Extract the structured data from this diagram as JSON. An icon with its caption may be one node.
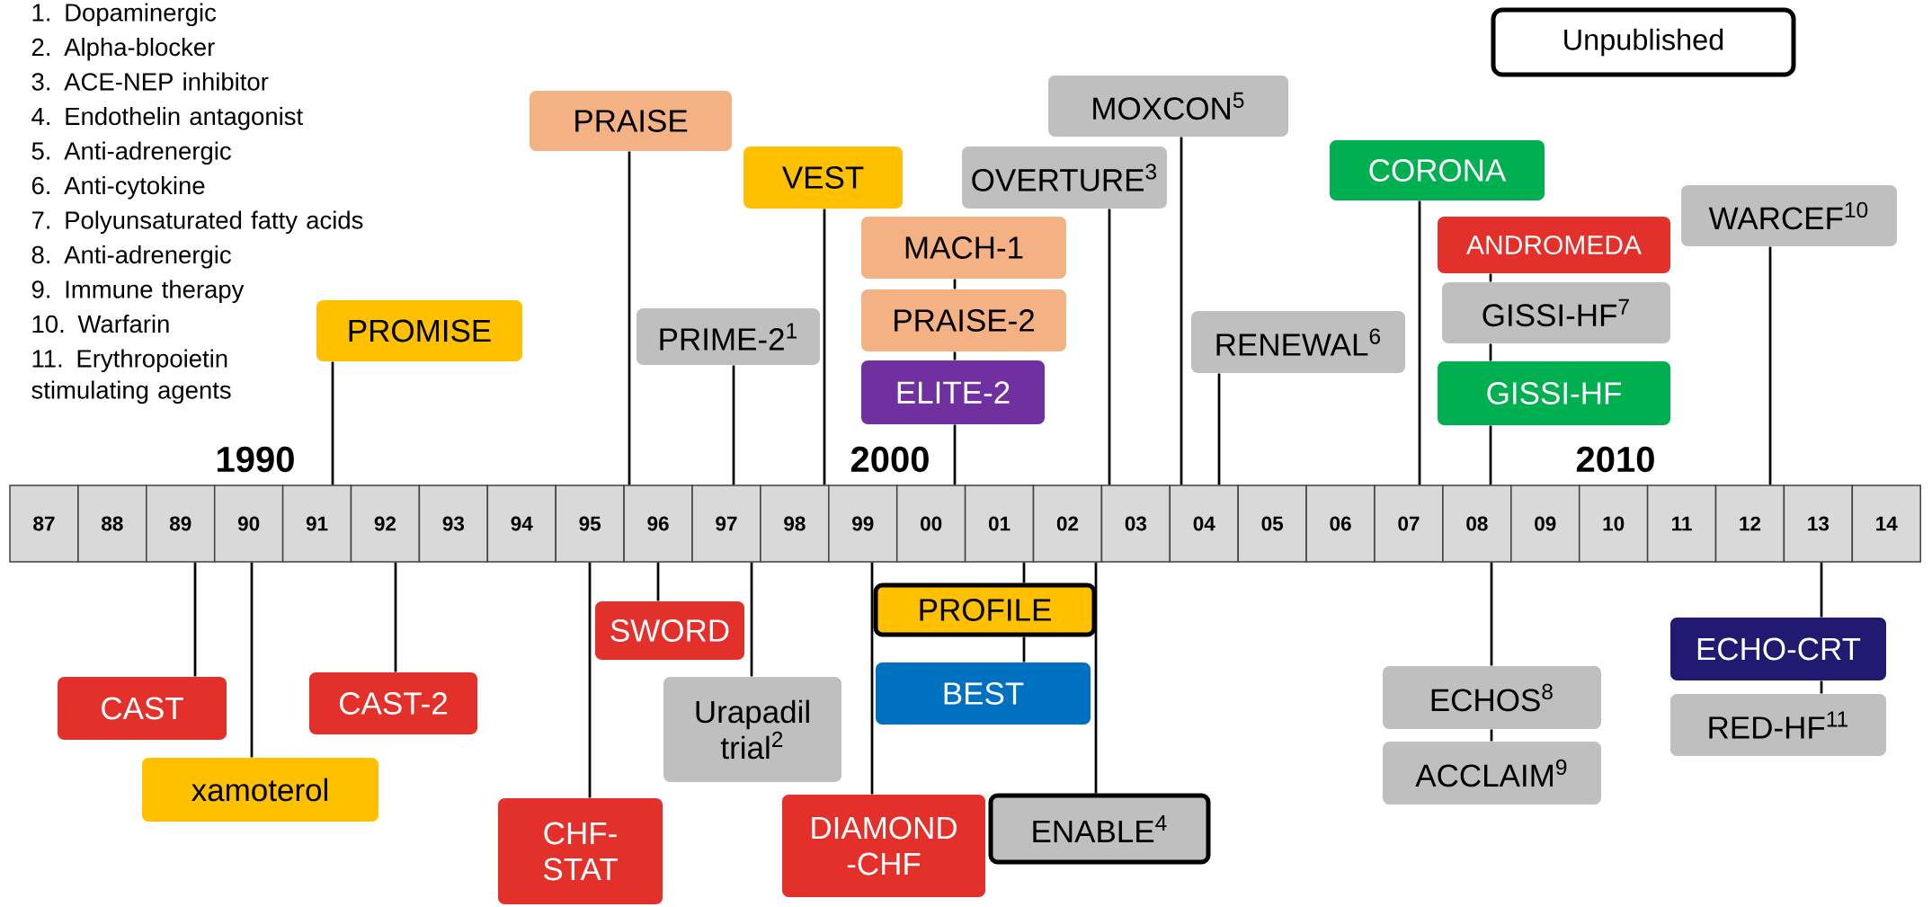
{
  "diagram": {
    "nodes": [
      {
        "text": [
          "87"
        ]
      },
      {
        "text": [
          "88"
        ]
      },
      {
        "text": [
          "89"
        ]
      },
      {
        "text": [
          "90"
        ]
      },
      {
        "text": [
          "91"
        ]
      },
      {
        "text": [
          "92"
        ]
      },
      {
        "text": [
          "93"
        ]
      },
      {
        "text": [
          "94"
        ]
      },
      {
        "text": [
          "95"
        ]
      },
      {
        "text": [
          "96"
        ]
      },
      {
        "text": [
          "97"
        ]
      },
      {
        "text": [
          "98"
        ]
      },
      {
        "text": [
          "99"
        ]
      },
      {
        "text": [
          "00"
        ]
      },
      {
        "text": [
          "01"
        ]
      },
      {
        "text": [
          "02"
        ]
      },
      {
        "text": [
          "03"
        ]
      },
      {
        "text": [
          "04"
        ]
      },
      {
        "text": [
          "05"
        ]
      },
      {
        "text": [
          "06"
        ]
      },
      {
        "text": [
          "07"
        ]
      },
      {
        "text": [
          "08"
        ]
      },
      {
        "text": [
          "09"
        ]
      },
      {
        "text": [
          "10"
        ]
      },
      {
        "text": [
          "11"
        ]
      },
      {
        "text": [
          "12"
        ]
      },
      {
        "text": [
          "13"
        ]
      },
      {
        "text": [
          "14"
        ]
      },
      {
        "text": [
          "PRAISE"
        ]
      },
      {
        "text": [
          "VEST"
        ]
      },
      {
        "text": [
          "MOXCON$^{5}$"
        ]
      },
      {
        "text": [
          "OVERTURE$^{3}$"
        ]
      },
      {
        "text": [
          "MACH-1"
        ]
      },
      {
        "text": [
          "PRAISE-2"
        ]
      },
      {
        "text": [
          "ELITE-2"
        ]
      },
      {
        "text": [
          "PROMISE"
        ]
      },
      {
        "text": [
          "PRIME-2$^{1}$"
        ]
      },
      {
        "text": [
          "CORONA"
        ]
      },
      {
        "text": [
          "ANDROMEDA"
        ]
      },
      {
        "text": [
          "GISSI-HF$^{7}$"
        ]
      },
      {
        "text": [
          "GISSI-HF"
        ]
      },
      {
        "text": [
          "RENEWAL$^{6}$"
        ]
      },
      {
        "text": [
          "WARCEF$^{10}$"
        ]
      },
      {
        "text": [
          "CAST"
        ]
      },
      {
        "text": [
          "xamoterol"
        ]
      },
      {
        "text": [
          "CAST-2"
        ]
      },
      {
        "text": [
          "SWORD"
        ]
      },
      {
        "text": [
          "CHF- STAT"
        ]
      },
      {
        "text": [
          "Urapadil trial$^{2}$"
        ]
      },
      {
        "text": [
          "DIAMOND -CHF"
        ]
      },
      {
        "text": [
          "PROFILE"
        ]
      },
      {
        "text": [
          "BEST"
        ]
      },
      {
        "text": [
          "ENABLE$^{4}$"
        ]
      },
      {
        "text": [
          "ECHOS$^{8}$"
        ]
      },
      {
        "text": [
          "ACCLAIM$^{9}$"
        ]
      },
      {
        "text": [
          "ECHO-CRT"
        ]
      },
      {
        "text": [
          "RED-HF$^{11}$"
        ]
      }
    ],
    "edges": [
      {
        "from": 28,
        "to": 9,
        "arrow": "none"
      },
      {
        "from": 29,
        "to": 11,
        "arrow": "none"
      },
      {
        "from": 30,
        "to": 17,
        "arrow": "none"
      },
      {
        "from": 31,
        "to": 16,
        "arrow": "none"
      },
      {
        "from": 32,
        "to": 33,
        "arrow": "none"
      },
      {
        "from": 33,
        "to": 34,
        "arrow": "none"
      },
      {
        "from": 34,
        "to": 13,
        "arrow": "none"
      },
      {
        "from": 35,
        "to": 4,
        "arrow": "none"
      },
      {
        "from": 36,
        "to": 10,
        "arrow": "none"
      },
      {
        "from": 37,
        "to": 20,
        "arrow": "none"
      },
      {
        "from": 38,
        "to": 39,
        "arrow": "none"
      },
      {
        "from": 39,
        "to": 40,
        "arrow": "none"
      },
      {
        "from": 40,
        "to": 21,
        "arrow": "none"
      },
      {
        "from": 41,
        "to": 17,
        "arrow": "none"
      },
      {
        "from": 42,
        "to": 25,
        "arrow": "none"
      },
      {
        "from": 2,
        "to": 43,
        "arrow": "none"
      },
      {
        "from": 3,
        "to": 44,
        "arrow": "none"
      },
      {
        "from": 5,
        "to": 45,
        "arrow": "none"
      },
      {
        "from": 9,
        "to": 46,
        "arrow": "none"
      },
      {
        "from": 8,
        "to": 47,
        "arrow": "none"
      },
      {
        "from": 10,
        "to": 48,
        "arrow": "none"
      },
      {
        "from": 12,
        "to": 49,
        "arrow": "none"
      },
      {
        "from": 14,
        "to": 50,
        "arrow": "none"
      },
      {
        "from": 50,
        "to": 51,
        "arrow": "none"
      },
      {
        "from": 15,
        "to": 52,
        "arrow": "none"
      },
      {
        "from": 21,
        "to": 53,
        "arrow": "none"
      },
      {
        "from": 53,
        "to": 54,
        "arrow": "none"
      },
      {
        "from": 26,
        "to": 55,
        "arrow": "none"
      },
      {
        "from": 55,
        "to": 56,
        "arrow": "none"
      }
    ],
    "labels": [
      "1. Dopaminergic",
      "2. Alpha-blocker",
      "3. ACE-NEP inhibitor",
      "4. Endothelin antagonist",
      "5. Anti-adrenergic",
      "6. Anti-cytokine",
      "7. Polyunsaturated fatty acids",
      "8. Anti-adrenergic",
      "9. Immune therapy",
      "10. Warfarin",
      "11. Erythropoietin stimulating agents",
      "1990",
      "2000",
      "2010"
    ],
    "legend": [
      {
        "text": "Unpublished"
      }
    ]
  }
}
